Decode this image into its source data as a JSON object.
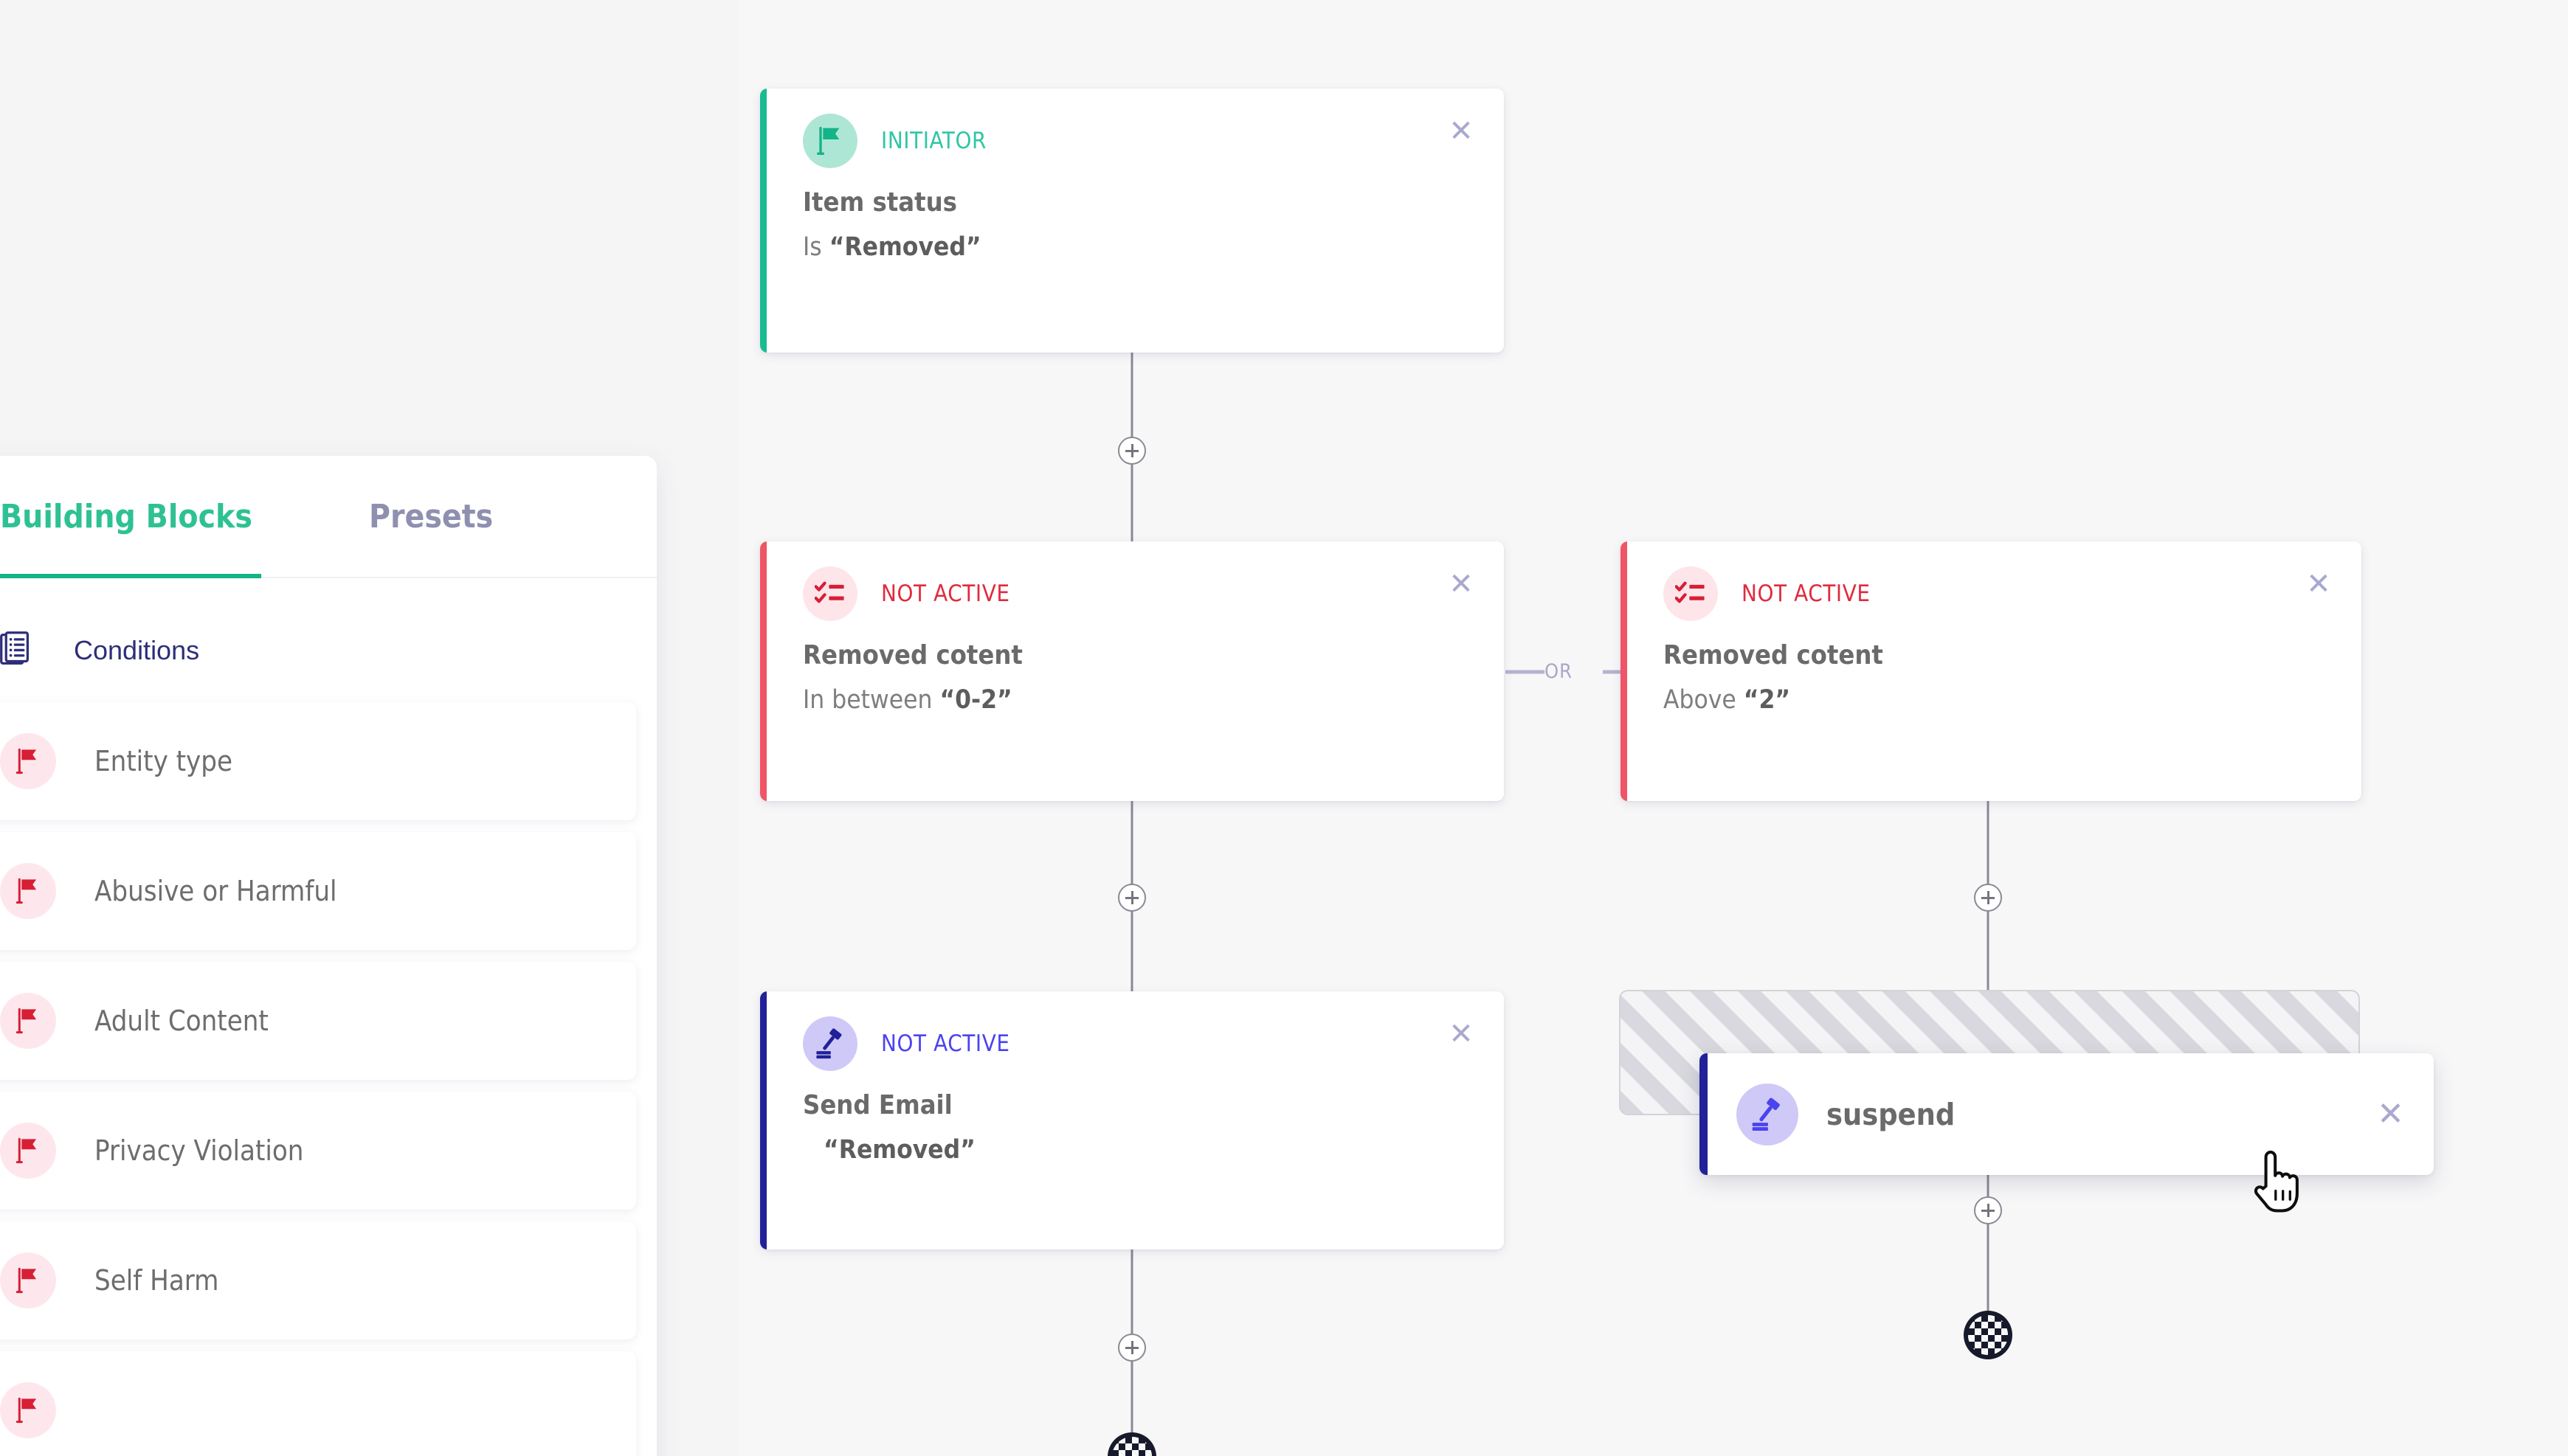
{
  "app": {
    "background_color": "#f5f5f6",
    "canvas_color": "#f7f7f8"
  },
  "sidebar": {
    "tabs": [
      {
        "label": "Building Blocks",
        "active": true,
        "color": "#2ec193"
      },
      {
        "label": "Presets",
        "active": false,
        "color": "#8f8fb0"
      }
    ],
    "section": {
      "icon": "conditions-list-icon",
      "label": "Conditions",
      "color": "#2e2e7a"
    },
    "blocks": [
      {
        "label": "Entity type",
        "icon": "red-flag-icon"
      },
      {
        "label": "Abusive or Harmful",
        "icon": "red-flag-icon"
      },
      {
        "label": "Adult Content",
        "icon": "red-flag-icon"
      },
      {
        "label": "Privacy Violation",
        "icon": "red-flag-icon"
      },
      {
        "label": "Self Harm",
        "icon": "red-flag-icon"
      },
      {
        "label": "",
        "icon": "red-flag-icon"
      }
    ]
  },
  "flow": {
    "nodes": [
      {
        "id": "initiator",
        "kind": "INITIATOR",
        "kind_color": "#2ec6a5",
        "accent_color": "#19bb92",
        "badge_bg": "#aee6d5",
        "icon": "green-flag-icon",
        "title": "Item status",
        "sub_prefix": "Is ",
        "sub_value": "“Removed”",
        "close": "✕"
      },
      {
        "id": "condition-left",
        "kind": "NOT ACTIVE",
        "kind_color": "#e02b3e",
        "accent_color": "#ef5566",
        "badge_bg": "#fde5ea",
        "icon": "checklist-icon",
        "title": "Removed cotent",
        "sub_prefix": "In between ",
        "sub_value": "“0-2”",
        "close": "✕"
      },
      {
        "id": "condition-right",
        "kind": "NOT ACTIVE",
        "kind_color": "#e02b3e",
        "accent_color": "#ef5566",
        "badge_bg": "#fde5ea",
        "icon": "checklist-icon",
        "title": "Removed cotent",
        "sub_prefix": "Above ",
        "sub_value": "“2”",
        "close": "✕"
      },
      {
        "id": "action-send-email",
        "kind": "NOT ACTIVE",
        "kind_color": "#4b43ee",
        "accent_color": "#21219a",
        "badge_bg": "#cfc9f7",
        "icon": "gavel-icon",
        "title": "Send Email",
        "sub_prefix": "",
        "sub_value": "“Removed”",
        "close": "✕"
      }
    ],
    "or_label": "OR",
    "or_color": "#a8a7c6",
    "connector_color": "#8a8a96",
    "add_button_label": "+",
    "finish_node": "checkered-flag-finish",
    "drag_card": {
      "label": "suspend",
      "icon": "gavel-icon",
      "accent_color": "#21219a",
      "badge_bg": "#cfc9f7",
      "close": "✕"
    },
    "drop_zone": "hatched-drop-placeholder"
  },
  "cursor": {
    "type": "pointing-hand-cursor"
  }
}
